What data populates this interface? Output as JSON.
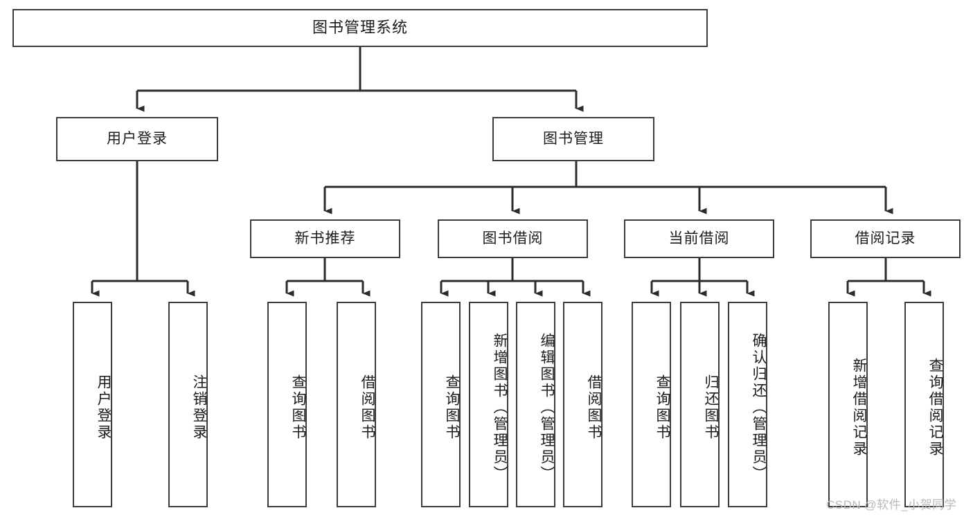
{
  "diagram": {
    "type": "tree-hierarchy-chart",
    "title": "图书管理系统",
    "orientation": "top-down",
    "colors": {
      "box_border": "#3b3b3b",
      "box_fill": "#ffffff",
      "edge": "#2b2b2b",
      "text": "#1b1b1b",
      "watermark": "#b9b9b9",
      "background": "#ffffff"
    }
  },
  "root": {
    "label": "图书管理系统"
  },
  "level2": [
    {
      "label": "用户登录"
    },
    {
      "label": "图书管理"
    }
  ],
  "level3": [
    {
      "label": "新书推荐"
    },
    {
      "label": "图书借阅"
    },
    {
      "label": "当前借阅"
    },
    {
      "label": "借阅记录"
    }
  ],
  "leaves": {
    "user_login": [
      {
        "label": "用户登录"
      },
      {
        "label": "注销登录"
      }
    ],
    "new_book_recommend": [
      {
        "label": "查询图书"
      },
      {
        "label": "借阅图书"
      }
    ],
    "book_borrow": [
      {
        "label": "查询图书"
      },
      {
        "label": "新增图书（管理员）"
      },
      {
        "label": "编辑图书（管理员）"
      },
      {
        "label": "借阅图书"
      }
    ],
    "current_borrow": [
      {
        "label": "查询图书"
      },
      {
        "label": "归还图书"
      },
      {
        "label": "确认归还（管理员）"
      }
    ],
    "borrow_record": [
      {
        "label": "新增借阅记录"
      },
      {
        "label": "查询借阅记录"
      }
    ]
  },
  "watermark": {
    "text": "CSDN @软件_小贺同学"
  },
  "chart_data": {
    "type": "table",
    "title": "图书管理系统 功能结构图",
    "nodes": [
      {
        "id": "root",
        "label": "图书管理系统",
        "level": 1,
        "parent": null
      },
      {
        "id": "n-user-login",
        "label": "用户登录",
        "level": 2,
        "parent": "root"
      },
      {
        "id": "n-book-manage",
        "label": "图书管理",
        "level": 2,
        "parent": "root"
      },
      {
        "id": "n-new-book",
        "label": "新书推荐",
        "level": 3,
        "parent": "n-book-manage"
      },
      {
        "id": "n-book-borrow",
        "label": "图书借阅",
        "level": 3,
        "parent": "n-book-manage"
      },
      {
        "id": "n-current-borrow",
        "label": "当前借阅",
        "level": 3,
        "parent": "n-book-manage"
      },
      {
        "id": "n-borrow-record",
        "label": "借阅记录",
        "level": 3,
        "parent": "n-book-manage"
      },
      {
        "id": "l1",
        "label": "用户登录",
        "level": 4,
        "parent": "n-user-login"
      },
      {
        "id": "l2",
        "label": "注销登录",
        "level": 4,
        "parent": "n-user-login"
      },
      {
        "id": "l3",
        "label": "查询图书",
        "level": 4,
        "parent": "n-new-book"
      },
      {
        "id": "l4",
        "label": "借阅图书",
        "level": 4,
        "parent": "n-new-book"
      },
      {
        "id": "l5",
        "label": "查询图书",
        "level": 4,
        "parent": "n-book-borrow"
      },
      {
        "id": "l6",
        "label": "新增图书（管理员）",
        "level": 4,
        "parent": "n-book-borrow"
      },
      {
        "id": "l7",
        "label": "编辑图书（管理员）",
        "level": 4,
        "parent": "n-book-borrow"
      },
      {
        "id": "l8",
        "label": "借阅图书",
        "level": 4,
        "parent": "n-book-borrow"
      },
      {
        "id": "l9",
        "label": "查询图书",
        "level": 4,
        "parent": "n-current-borrow"
      },
      {
        "id": "l10",
        "label": "归还图书",
        "level": 4,
        "parent": "n-current-borrow"
      },
      {
        "id": "l11",
        "label": "确认归还（管理员）",
        "level": 4,
        "parent": "n-current-borrow"
      },
      {
        "id": "l12",
        "label": "新增借阅记录",
        "level": 4,
        "parent": "n-borrow-record"
      },
      {
        "id": "l13",
        "label": "查询借阅记录",
        "level": 4,
        "parent": "n-borrow-record"
      }
    ]
  }
}
